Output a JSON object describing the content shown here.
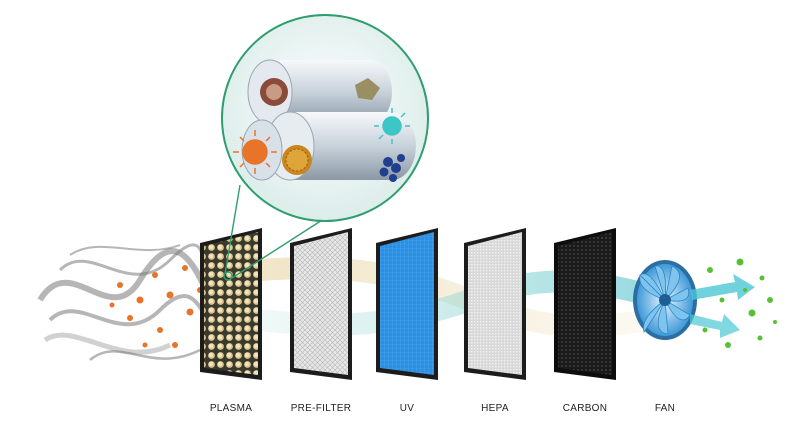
{
  "stages": [
    {
      "label": "PLASMA",
      "icon": "plasma-filter-icon",
      "color": "#c9a24a"
    },
    {
      "label": "PRE-FILTER",
      "icon": "pre-filter-mesh-icon",
      "color": "#bfbfbf"
    },
    {
      "label": "UV",
      "icon": "uv-filter-icon",
      "color": "#2a8de0"
    },
    {
      "label": "HEPA",
      "icon": "hepa-filter-icon",
      "color": "#cfcfcf"
    },
    {
      "label": "CARBON",
      "icon": "carbon-filter-icon",
      "color": "#222222"
    },
    {
      "label": "FAN",
      "icon": "fan-icon",
      "color": "#5fb3e6"
    }
  ],
  "zoom_inset": {
    "icon": "magnified-filter-fibers-icon",
    "ring_color": "#2f9e6e"
  },
  "colors": {
    "airflow_warm": "#e9d6a6",
    "airflow_cool": "#9fd9d0",
    "particle": "#e8742a",
    "clean_air": "#55c235",
    "smoke": "#7a7a7a"
  }
}
